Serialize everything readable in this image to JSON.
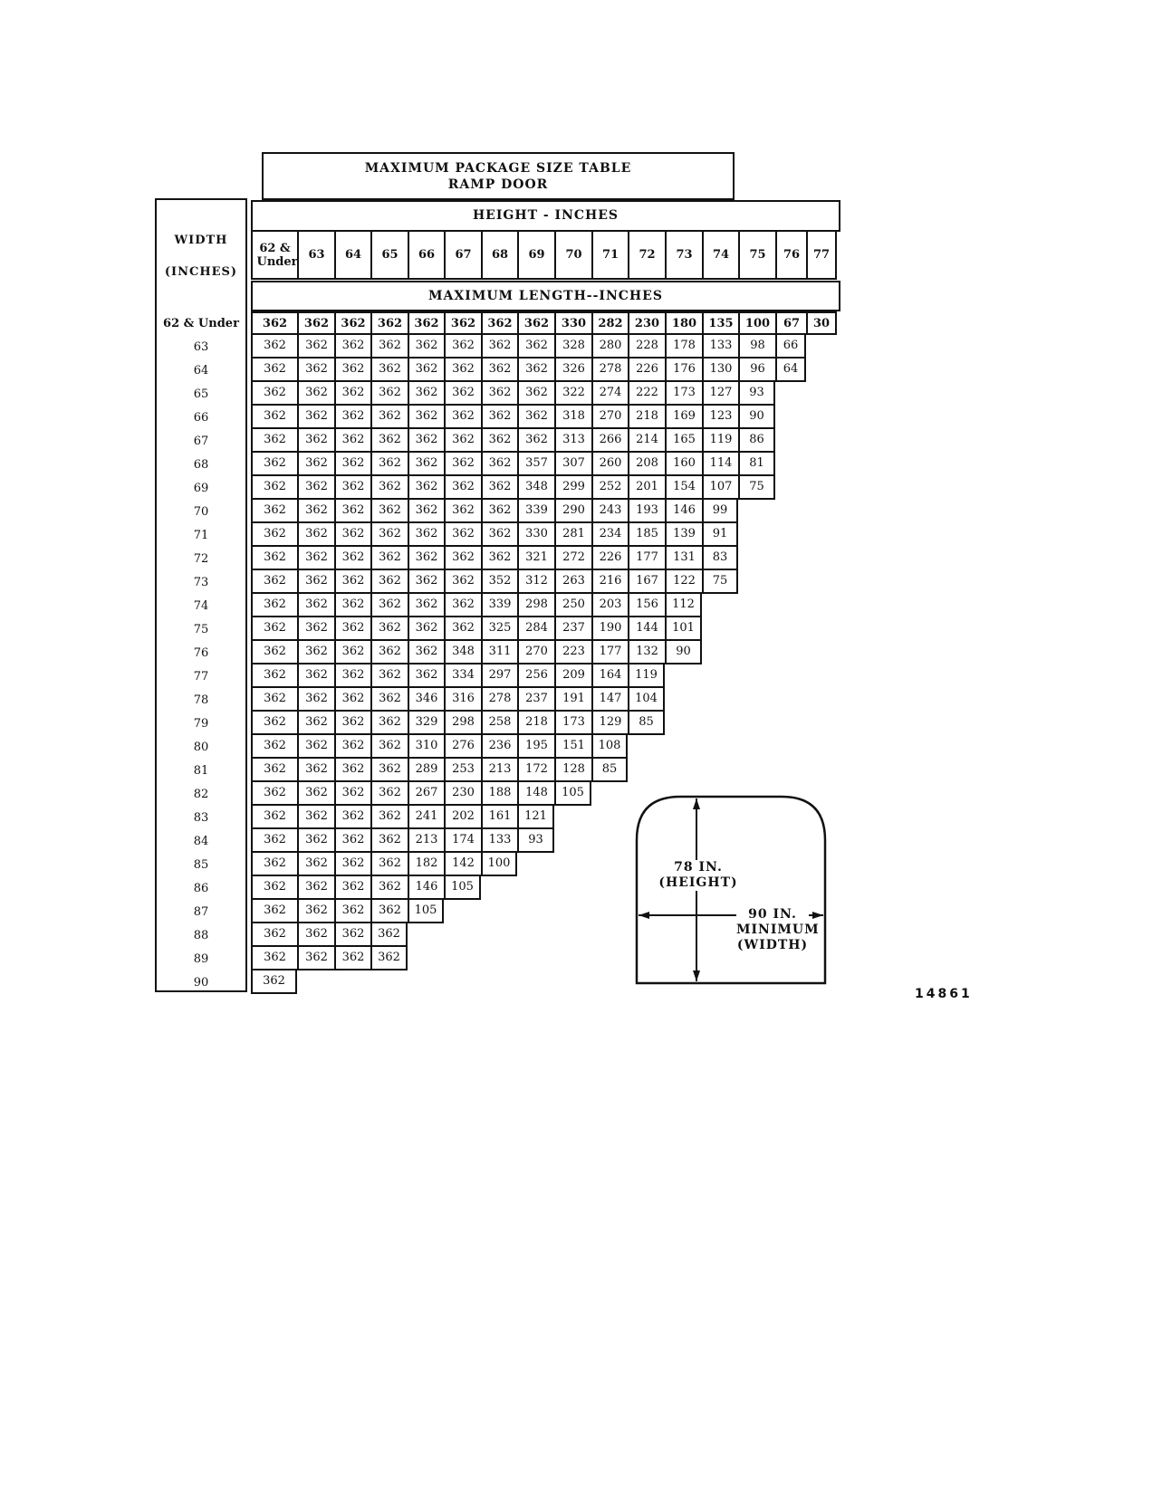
{
  "title": {
    "line1": "MAXIMUM PACKAGE SIZE TABLE",
    "line2": "RAMP DOOR"
  },
  "width_header": {
    "line1": "WIDTH",
    "line2": "(INCHES)"
  },
  "height_band": "HEIGHT - INCHES",
  "length_band": "MAXIMUM LENGTH--INCHES",
  "height_columns": [
    "62 & Under",
    "63",
    "64",
    "65",
    "66",
    "67",
    "68",
    "69",
    "70",
    "71",
    "72",
    "73",
    "74",
    "75",
    "76",
    "77"
  ],
  "width_rows": [
    "62 & Under",
    "63",
    "64",
    "65",
    "66",
    "67",
    "68",
    "69",
    "70",
    "71",
    "72",
    "73",
    "74",
    "75",
    "76",
    "77",
    "78",
    "79",
    "80",
    "81",
    "82",
    "83",
    "84",
    "85",
    "86",
    "87",
    "88",
    "89",
    "90"
  ],
  "lengths": [
    [
      "362",
      "362",
      "362",
      "362",
      "362",
      "362",
      "362",
      "362",
      "330",
      "282",
      "230",
      "180",
      "135",
      "100",
      "67",
      "30"
    ],
    [
      "362",
      "362",
      "362",
      "362",
      "362",
      "362",
      "362",
      "362",
      "328",
      "280",
      "228",
      "178",
      "133",
      "98",
      "66"
    ],
    [
      "362",
      "362",
      "362",
      "362",
      "362",
      "362",
      "362",
      "362",
      "326",
      "278",
      "226",
      "176",
      "130",
      "96",
      "64"
    ],
    [
      "362",
      "362",
      "362",
      "362",
      "362",
      "362",
      "362",
      "362",
      "322",
      "274",
      "222",
      "173",
      "127",
      "93"
    ],
    [
      "362",
      "362",
      "362",
      "362",
      "362",
      "362",
      "362",
      "362",
      "318",
      "270",
      "218",
      "169",
      "123",
      "90"
    ],
    [
      "362",
      "362",
      "362",
      "362",
      "362",
      "362",
      "362",
      "362",
      "313",
      "266",
      "214",
      "165",
      "119",
      "86"
    ],
    [
      "362",
      "362",
      "362",
      "362",
      "362",
      "362",
      "362",
      "357",
      "307",
      "260",
      "208",
      "160",
      "114",
      "81"
    ],
    [
      "362",
      "362",
      "362",
      "362",
      "362",
      "362",
      "362",
      "348",
      "299",
      "252",
      "201",
      "154",
      "107",
      "75"
    ],
    [
      "362",
      "362",
      "362",
      "362",
      "362",
      "362",
      "362",
      "339",
      "290",
      "243",
      "193",
      "146",
      "99"
    ],
    [
      "362",
      "362",
      "362",
      "362",
      "362",
      "362",
      "362",
      "330",
      "281",
      "234",
      "185",
      "139",
      "91"
    ],
    [
      "362",
      "362",
      "362",
      "362",
      "362",
      "362",
      "362",
      "321",
      "272",
      "226",
      "177",
      "131",
      "83"
    ],
    [
      "362",
      "362",
      "362",
      "362",
      "362",
      "362",
      "352",
      "312",
      "263",
      "216",
      "167",
      "122",
      "75"
    ],
    [
      "362",
      "362",
      "362",
      "362",
      "362",
      "362",
      "339",
      "298",
      "250",
      "203",
      "156",
      "112"
    ],
    [
      "362",
      "362",
      "362",
      "362",
      "362",
      "362",
      "325",
      "284",
      "237",
      "190",
      "144",
      "101"
    ],
    [
      "362",
      "362",
      "362",
      "362",
      "362",
      "348",
      "311",
      "270",
      "223",
      "177",
      "132",
      "90"
    ],
    [
      "362",
      "362",
      "362",
      "362",
      "362",
      "334",
      "297",
      "256",
      "209",
      "164",
      "119"
    ],
    [
      "362",
      "362",
      "362",
      "362",
      "346",
      "316",
      "278",
      "237",
      "191",
      "147",
      "104"
    ],
    [
      "362",
      "362",
      "362",
      "362",
      "329",
      "298",
      "258",
      "218",
      "173",
      "129",
      "85"
    ],
    [
      "362",
      "362",
      "362",
      "362",
      "310",
      "276",
      "236",
      "195",
      "151",
      "108"
    ],
    [
      "362",
      "362",
      "362",
      "362",
      "289",
      "253",
      "213",
      "172",
      "128",
      "85"
    ],
    [
      "362",
      "362",
      "362",
      "362",
      "267",
      "230",
      "188",
      "148",
      "105"
    ],
    [
      "362",
      "362",
      "362",
      "362",
      "241",
      "202",
      "161",
      "121"
    ],
    [
      "362",
      "362",
      "362",
      "362",
      "213",
      "174",
      "133",
      "93"
    ],
    [
      "362",
      "362",
      "362",
      "362",
      "182",
      "142",
      "100"
    ],
    [
      "362",
      "362",
      "362",
      "362",
      "146",
      "105"
    ],
    [
      "362",
      "362",
      "362",
      "362",
      "105"
    ],
    [
      "362",
      "362",
      "362",
      "362"
    ],
    [
      "362",
      "362",
      "362",
      "362"
    ],
    [
      "362"
    ]
  ],
  "door_diagram": {
    "height_label": "78 IN.",
    "height_sub": "(HEIGHT)",
    "width_label": "90 IN.",
    "width_sub1": "MINIMUM",
    "width_sub2": "(WIDTH)"
  },
  "figure_number": "14861"
}
